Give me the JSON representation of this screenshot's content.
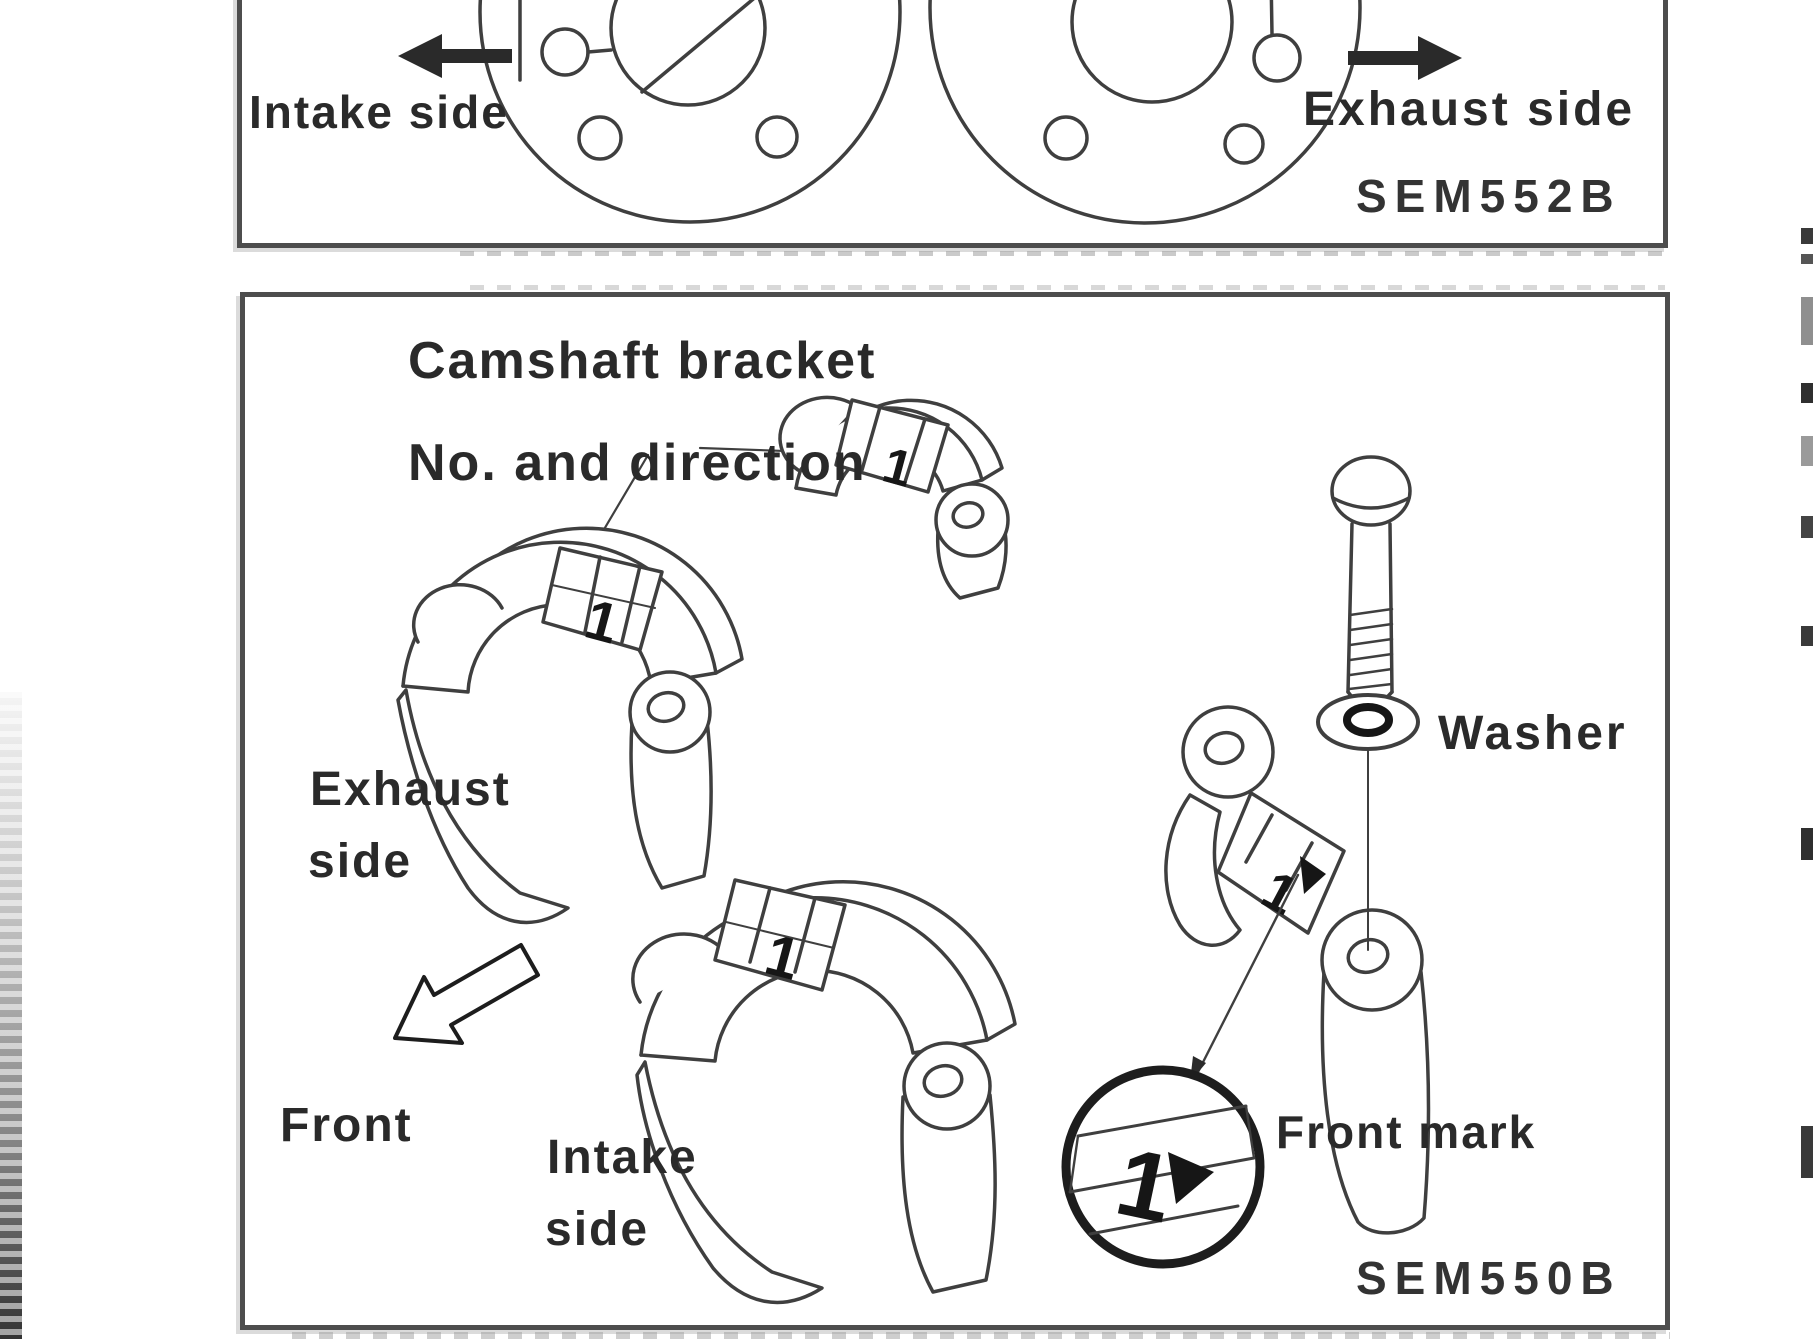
{
  "figure": {
    "top_panel": {
      "intake_label": "Intake side",
      "exhaust_label": "Exhaust side",
      "code": "SEM552B"
    },
    "bottom_panel": {
      "title_line1": "Camshaft bracket",
      "title_line2": "No. and direction",
      "exhaust_label_line1": "Exhaust",
      "exhaust_label_line2": "side",
      "front_label": "Front",
      "intake_label_line1": "Intake",
      "intake_label_line2": "side",
      "washer_label": "Washer",
      "front_mark_label": "Front mark",
      "code": "SEM550B",
      "bracket_mark": "1"
    }
  },
  "colors": {
    "ink": "#262626",
    "line": "#3f3f3f",
    "panel_border": "#4d4d4d",
    "paper": "#ffffff"
  }
}
